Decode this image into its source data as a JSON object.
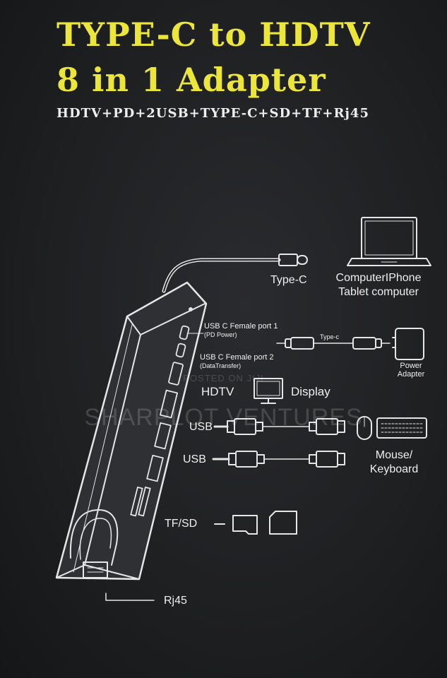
{
  "header": {
    "title_line1": "TYPE-C to HDTV",
    "title_line2": "8 in 1 Adapter",
    "subtitle": "HDTV+PD+2USB+TYPE-C+SD+TF+Rj45"
  },
  "diagram": {
    "typec_label": "Type-C",
    "computer_label_line1": "ComputerIPhone",
    "computer_label_line2": "Tablet computer",
    "usbc_port1": "USB C Female port 1",
    "usbc_port1_note": "(PD Power)",
    "usbc_port2": "USB C Female port 2",
    "usbc_port2_note": "(DataTransfer)",
    "typec_cable_label": "Type-c",
    "power_adapter_line1": "Power",
    "power_adapter_line2": "Adapter",
    "hdtv_label": "HDTV",
    "display_label": "Display",
    "usb1_label": "USB",
    "usb2_label": "USB",
    "mouse_keyboard_line1": "Mouse/",
    "mouse_keyboard_line2": "Keyboard",
    "tfsd_label": "TF/SD",
    "rj45_label": "Rj45"
  },
  "watermark": {
    "line1": "POSTED ON JIJI",
    "line2": "SHARPLOT VENTURES"
  },
  "colors": {
    "background": "#1f2022",
    "title": "#ece63a",
    "line_art": "#e6e6e6"
  }
}
